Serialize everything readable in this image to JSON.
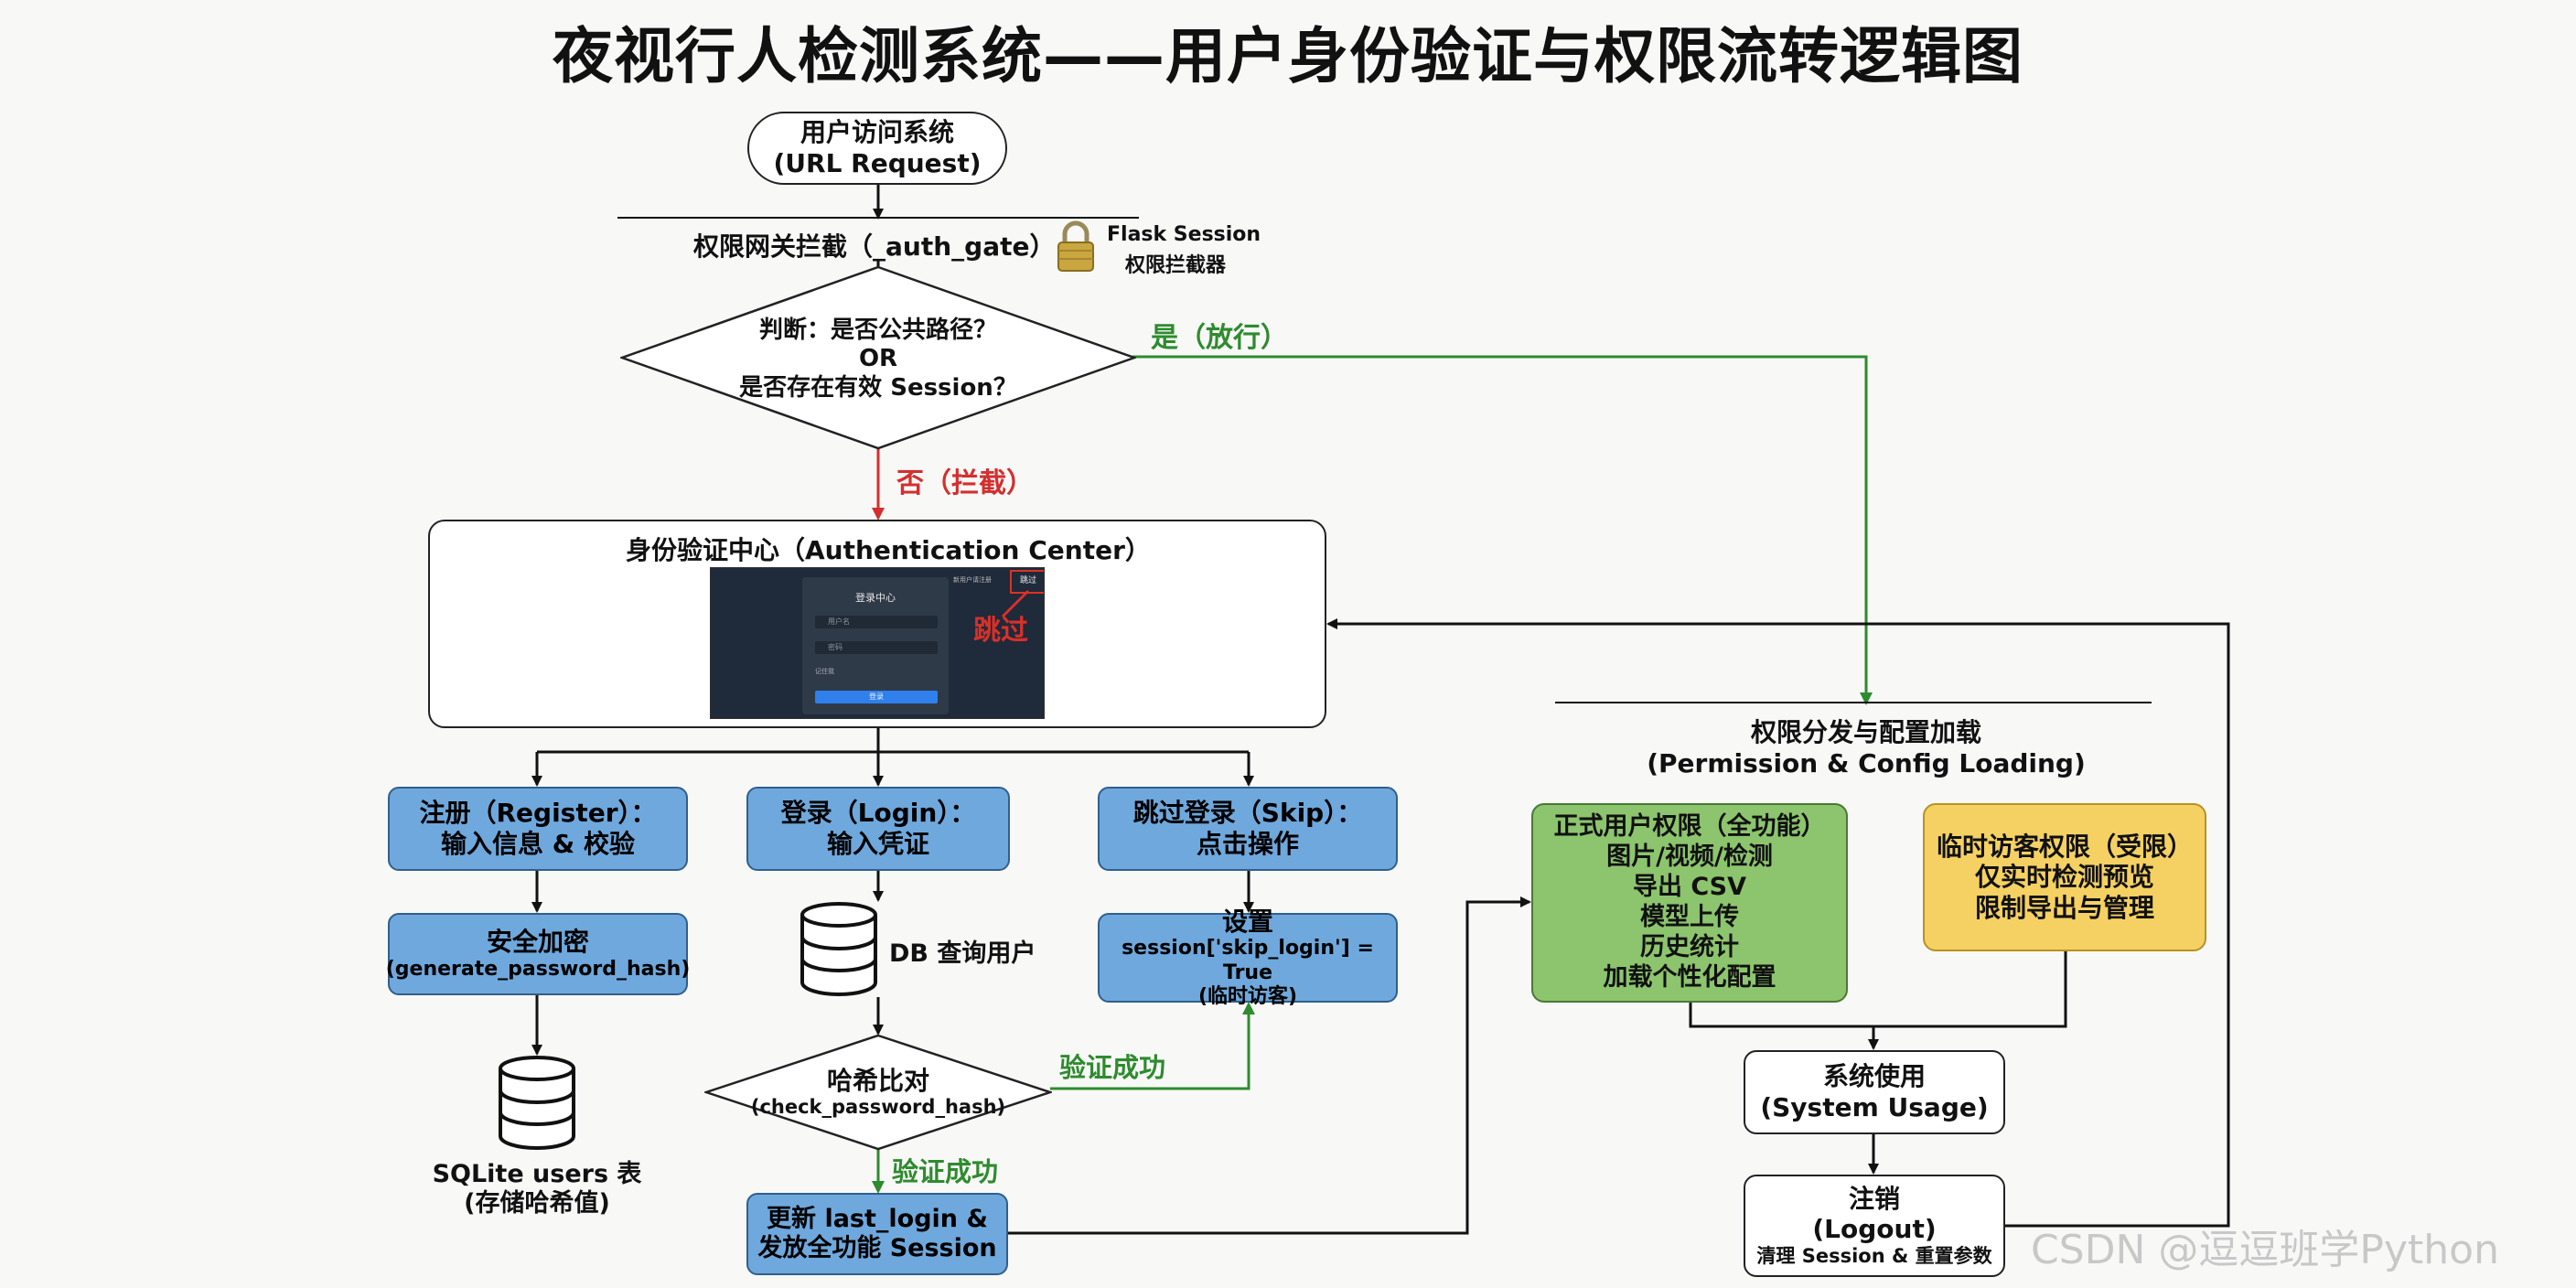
{
  "title": "夜视行人检测系统——用户身份验证与权限流转逻辑图",
  "start": {
    "line1": "用户访问系统",
    "line2": "(URL Request)"
  },
  "gate": {
    "label": "权限网关拦截（_auth_gate）",
    "lock_line1": "Flask Session",
    "lock_line2": "权限拦截器",
    "lock_icon": "padlock-icon"
  },
  "decision": {
    "line1": "判断：是否公共路径？",
    "line2": "OR",
    "line3": "是否存在有效 Session？"
  },
  "yes_label": "是（放行）",
  "no_label": "否（拦截）",
  "auth_center": {
    "title": "身份验证中心（Authentication Center）",
    "shot": {
      "card_title": "登录中心",
      "user_placeholder": "用户名",
      "pass_placeholder": "密码",
      "remember": "记住我",
      "login_btn": "登录",
      "hint": "新用户请注册",
      "skip_btn": "跳过"
    },
    "skip_callout": "跳过"
  },
  "register": {
    "line1": "注册（Register）：",
    "line2": "输入信息 & 校验"
  },
  "encrypt": {
    "line1": "安全加密",
    "line2": "(generate_password_hash)"
  },
  "sqlite": {
    "line1": "SQLite users 表",
    "line2": "(存储哈希值)"
  },
  "login": {
    "line1": "登录（Login）：",
    "line2": "输入凭证"
  },
  "db_query": "DB 查询用户",
  "hash_compare": {
    "line1": "哈希比对",
    "line2": "(check_password_hash)"
  },
  "verify_ok_1": "验证成功",
  "verify_ok_2": "验证成功",
  "update_login": {
    "line1": "更新 last_login &",
    "line2": "发放全功能 Session"
  },
  "skip": {
    "line1": "跳过登录（Skip）：",
    "line2": "点击操作"
  },
  "skip_set": {
    "line1": "设置",
    "line2": "session['skip_login'] = True",
    "line3": "(临时访客)"
  },
  "permission": {
    "line1": "权限分发与配置加载",
    "line2": "(Permission & Config Loading)"
  },
  "full_perm": {
    "line1": "正式用户权限（全功能）",
    "line2": "图片/视频/检测",
    "line3": "导出 CSV",
    "line4": "模型上传",
    "line5": "历史统计",
    "line6": "加载个性化配置"
  },
  "guest_perm": {
    "line1": "临时访客权限（受限）",
    "line2": "仅实时检测预览",
    "line3": "限制导出与管理"
  },
  "usage": {
    "line1": "系统使用",
    "line2": "(System Usage)"
  },
  "logout": {
    "line1": "注销",
    "line2": "(Logout)",
    "line3": "清理 Session & 重置参数"
  },
  "watermark": "CSDN @逗逗班学Python",
  "colors": {
    "process_blue": "#6fa8dc",
    "full_green": "#8cc56d",
    "guest_yellow": "#f5d163",
    "yes_green": "#2e8b2e",
    "no_red": "#d32f2f"
  }
}
